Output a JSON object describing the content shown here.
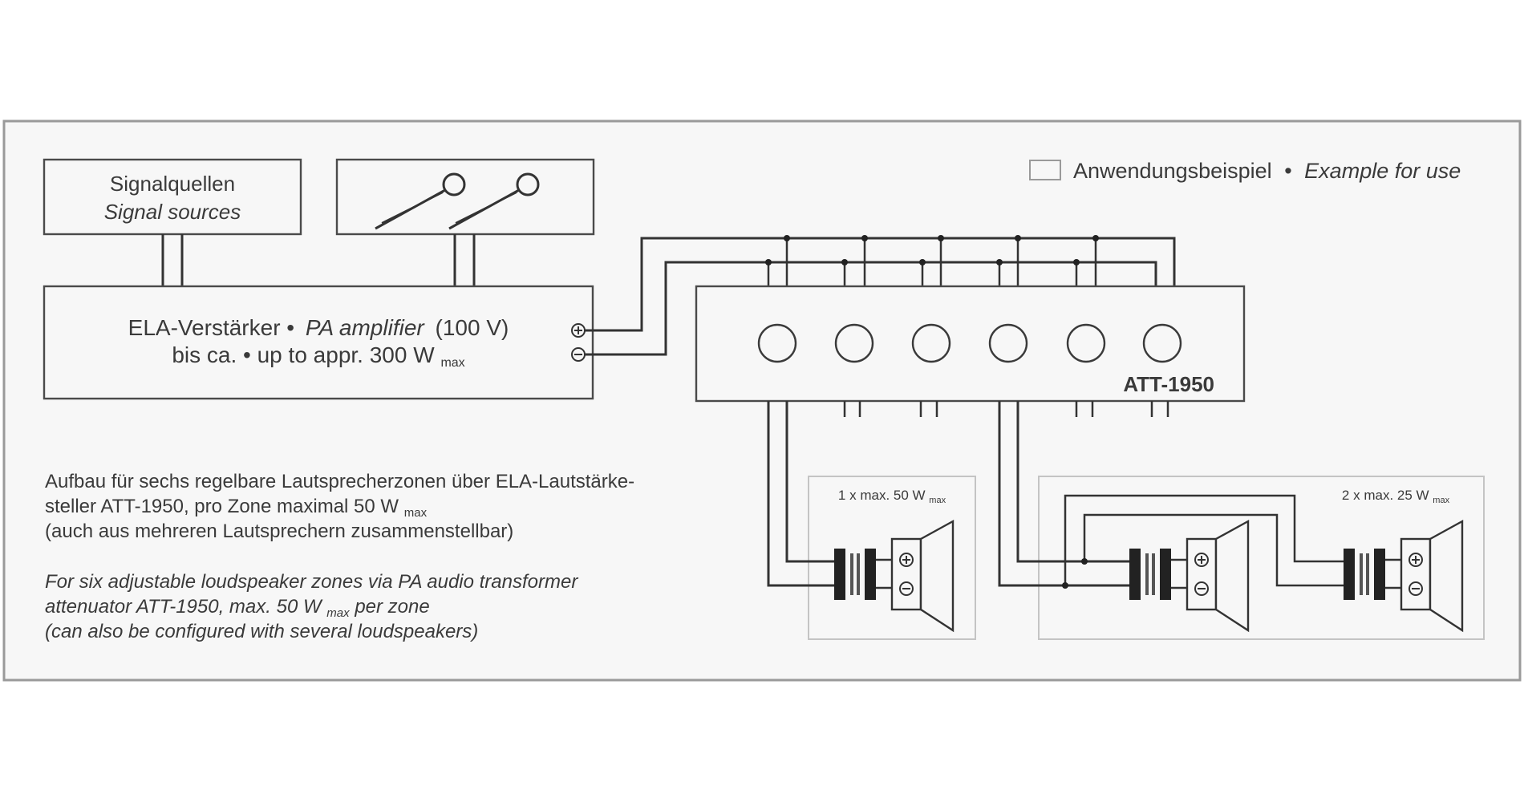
{
  "legend": {
    "label_de": "Anwendungsbeispiel",
    "separator": "•",
    "label_en": "Example for use"
  },
  "signal_sources": {
    "line1": "Signalquellen",
    "line2": "Signal sources"
  },
  "microphones": {
    "icon": "microphone-icon",
    "count": 2
  },
  "amplifier": {
    "line1_de": "ELA-Verstärker •",
    "line1_en": "PA amplifier",
    "line1_suffix": "(100 V)",
    "line2": "bis ca. • up to appr. 300 W",
    "line2_sub": "max"
  },
  "attenuator": {
    "label": "ATT-1950",
    "knob_count": 6
  },
  "zones": [
    {
      "label": "1 x max. 50 W",
      "sub": "max"
    },
    {
      "label": "2 x max. 25 W",
      "sub": "max"
    }
  ],
  "description_de": {
    "line1": "Aufbau für sechs regelbare Lautsprecherzonen über ELA-Lautstärke-",
    "line2": "steller ATT-1950, pro Zone maximal 50 W",
    "line2_sub": "max",
    "line3": "(auch aus mehreren Lautsprechern zusammenstellbar)"
  },
  "description_en": {
    "line1": "For six adjustable loudspeaker zones via PA audio transformer",
    "line2": "attenuator ATT-1950, max. 50 W",
    "line2_sub": "max",
    "line2_suffix": " per zone",
    "line3": "(can also be configured with several loudspeakers)"
  }
}
